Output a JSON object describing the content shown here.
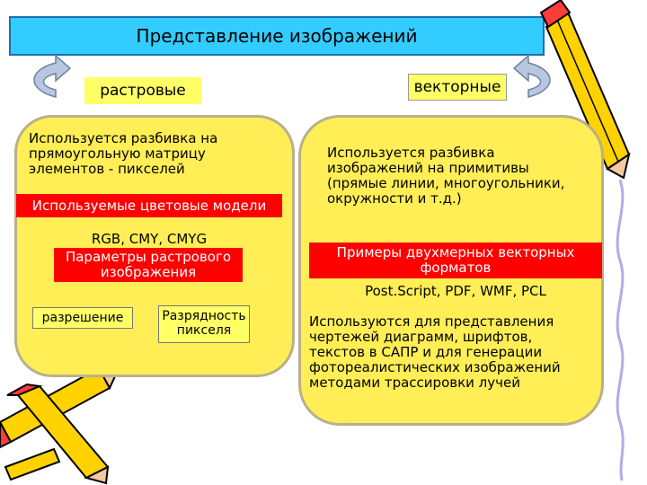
{
  "title": "Представление изображений",
  "raster": {
    "label": "растровые",
    "desc": "Используется разбивка на прямоугольную матрицу элементов - пикселей",
    "models_bar": "Используемые цветовые модели",
    "models": "RGB, CMY, CMYG",
    "params_bar": "Параметры растрового изображения",
    "param_resolution": "разрешение",
    "param_depth": "Разрядность пикселя"
  },
  "vector": {
    "label": "векторные",
    "desc": "Используется разбивка изображений на примитивы (прямые линии, многоугольники, окружности и т.д.)",
    "formats_bar": "Примеры двухмерных векторных форматов",
    "formats": "Post.Script, PDF, WMF, PCL",
    "usage": "Используются для представления чертежей диаграмм, шрифтов, текстов в САПР и для генерации фотореалистических изображений методами трассировки лучей"
  },
  "colors": {
    "title_bg": "#33ccff",
    "panel_bg": "#ffee55",
    "accent_red": "#ff0000",
    "arrow": "#b8c7df"
  }
}
